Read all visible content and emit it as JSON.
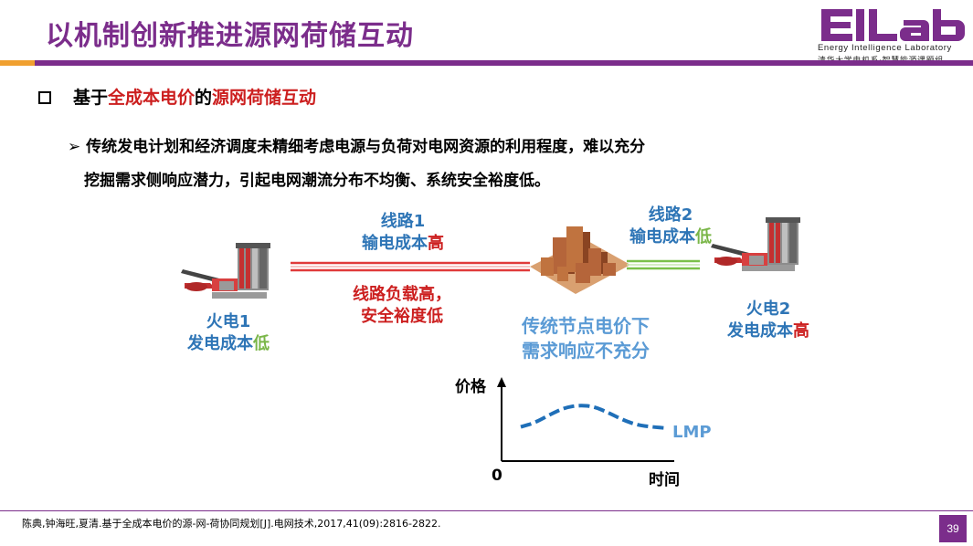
{
  "slide": {
    "title": "以机制创新推进源网荷储互动",
    "page_number": "39"
  },
  "logo": {
    "mark": "EILab",
    "subtitle_en": "Energy Intelligence Laboratory",
    "subtitle_cn": "清华大学电机系·智慧能源课题组"
  },
  "section": {
    "prefix": "基于",
    "highlight": "全成本电价",
    "middle": "的",
    "suffix": "源网荷储互动"
  },
  "bullet": {
    "marker": "➢",
    "line1": "传统发电计划和经济调度未精细考虑电源与负荷对电网资源的利用程度，难以充分",
    "line2": "挖掘需求侧响应潜力，引起电网潮流分布不均衡、系统安全裕度低。"
  },
  "diagram": {
    "gen1": {
      "name": "火电1",
      "cost_prefix": "发电成本",
      "cost_level": "低"
    },
    "gen2": {
      "name": "火电2",
      "cost_prefix": "发电成本",
      "cost_level": "高"
    },
    "line1": {
      "name": "线路1",
      "cost_prefix": "输电成本",
      "cost_level": "高",
      "load_note_1": "线路负载高，",
      "load_note_2": "安全裕度低"
    },
    "line2": {
      "name": "线路2",
      "cost_prefix": "输电成本",
      "cost_level": "低"
    },
    "city": {
      "note_1": "传统节点电价下",
      "note_2": "需求响应不充分"
    },
    "colors": {
      "line1": "#e03a3a",
      "line2": "#7ac04a",
      "lmp_curve": "#1f6fb8",
      "high": "#cc1f1f",
      "low": "#7ab648"
    }
  },
  "chart_data": {
    "type": "line",
    "ylabel": "价格",
    "xlabel": "时间",
    "origin_label": "0",
    "series": [
      {
        "name": "LMP",
        "style": "dashed",
        "color": "#1f6fb8",
        "x": [
          0,
          1,
          2,
          3,
          4,
          5,
          6,
          7,
          8,
          9,
          10
        ],
        "y": [
          0.55,
          0.62,
          0.75,
          0.86,
          0.9,
          0.88,
          0.78,
          0.66,
          0.58,
          0.55,
          0.53
        ]
      }
    ]
  },
  "footer": {
    "citation": "陈典,钟海旺,夏清.基于全成本电价的源-网-荷协同规划[J].电网技术,2017,41(09):2816-2822."
  }
}
